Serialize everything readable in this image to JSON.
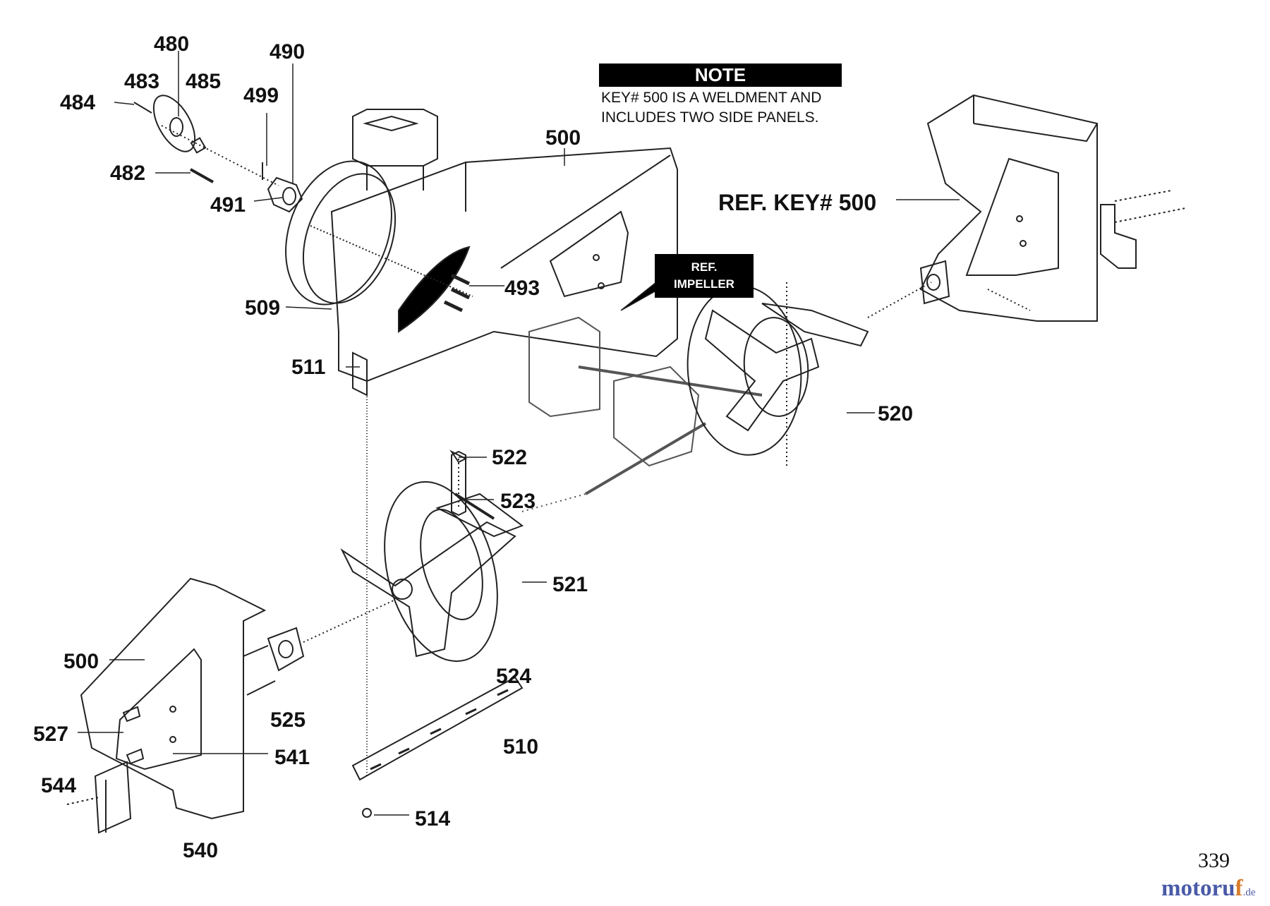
{
  "note": {
    "title": "NOTE",
    "line1": "KEY# 500 IS A WELDMENT AND",
    "line2": "INCLUDES TWO SIDE PANELS."
  },
  "ref_impeller": {
    "line1": "REF.",
    "line2": "IMPELLER"
  },
  "ref_key": "REF. KEY# 500",
  "callouts": {
    "c480": "480",
    "c483": "483",
    "c485": "485",
    "c484": "484",
    "c490": "490",
    "c499": "499",
    "c482": "482",
    "c491": "491",
    "c500_top": "500",
    "c493": "493",
    "c509": "509",
    "c511": "511",
    "c520": "520",
    "c522": "522",
    "c523": "523",
    "c521": "521",
    "c500_left": "500",
    "c524": "524",
    "c525": "525",
    "c510": "510",
    "c527": "527",
    "c541": "541",
    "c544": "544",
    "c514": "514",
    "c540": "540"
  },
  "page_number": "339",
  "brand": {
    "part1": "motoru",
    "part2": "f",
    "part3": ".de"
  }
}
